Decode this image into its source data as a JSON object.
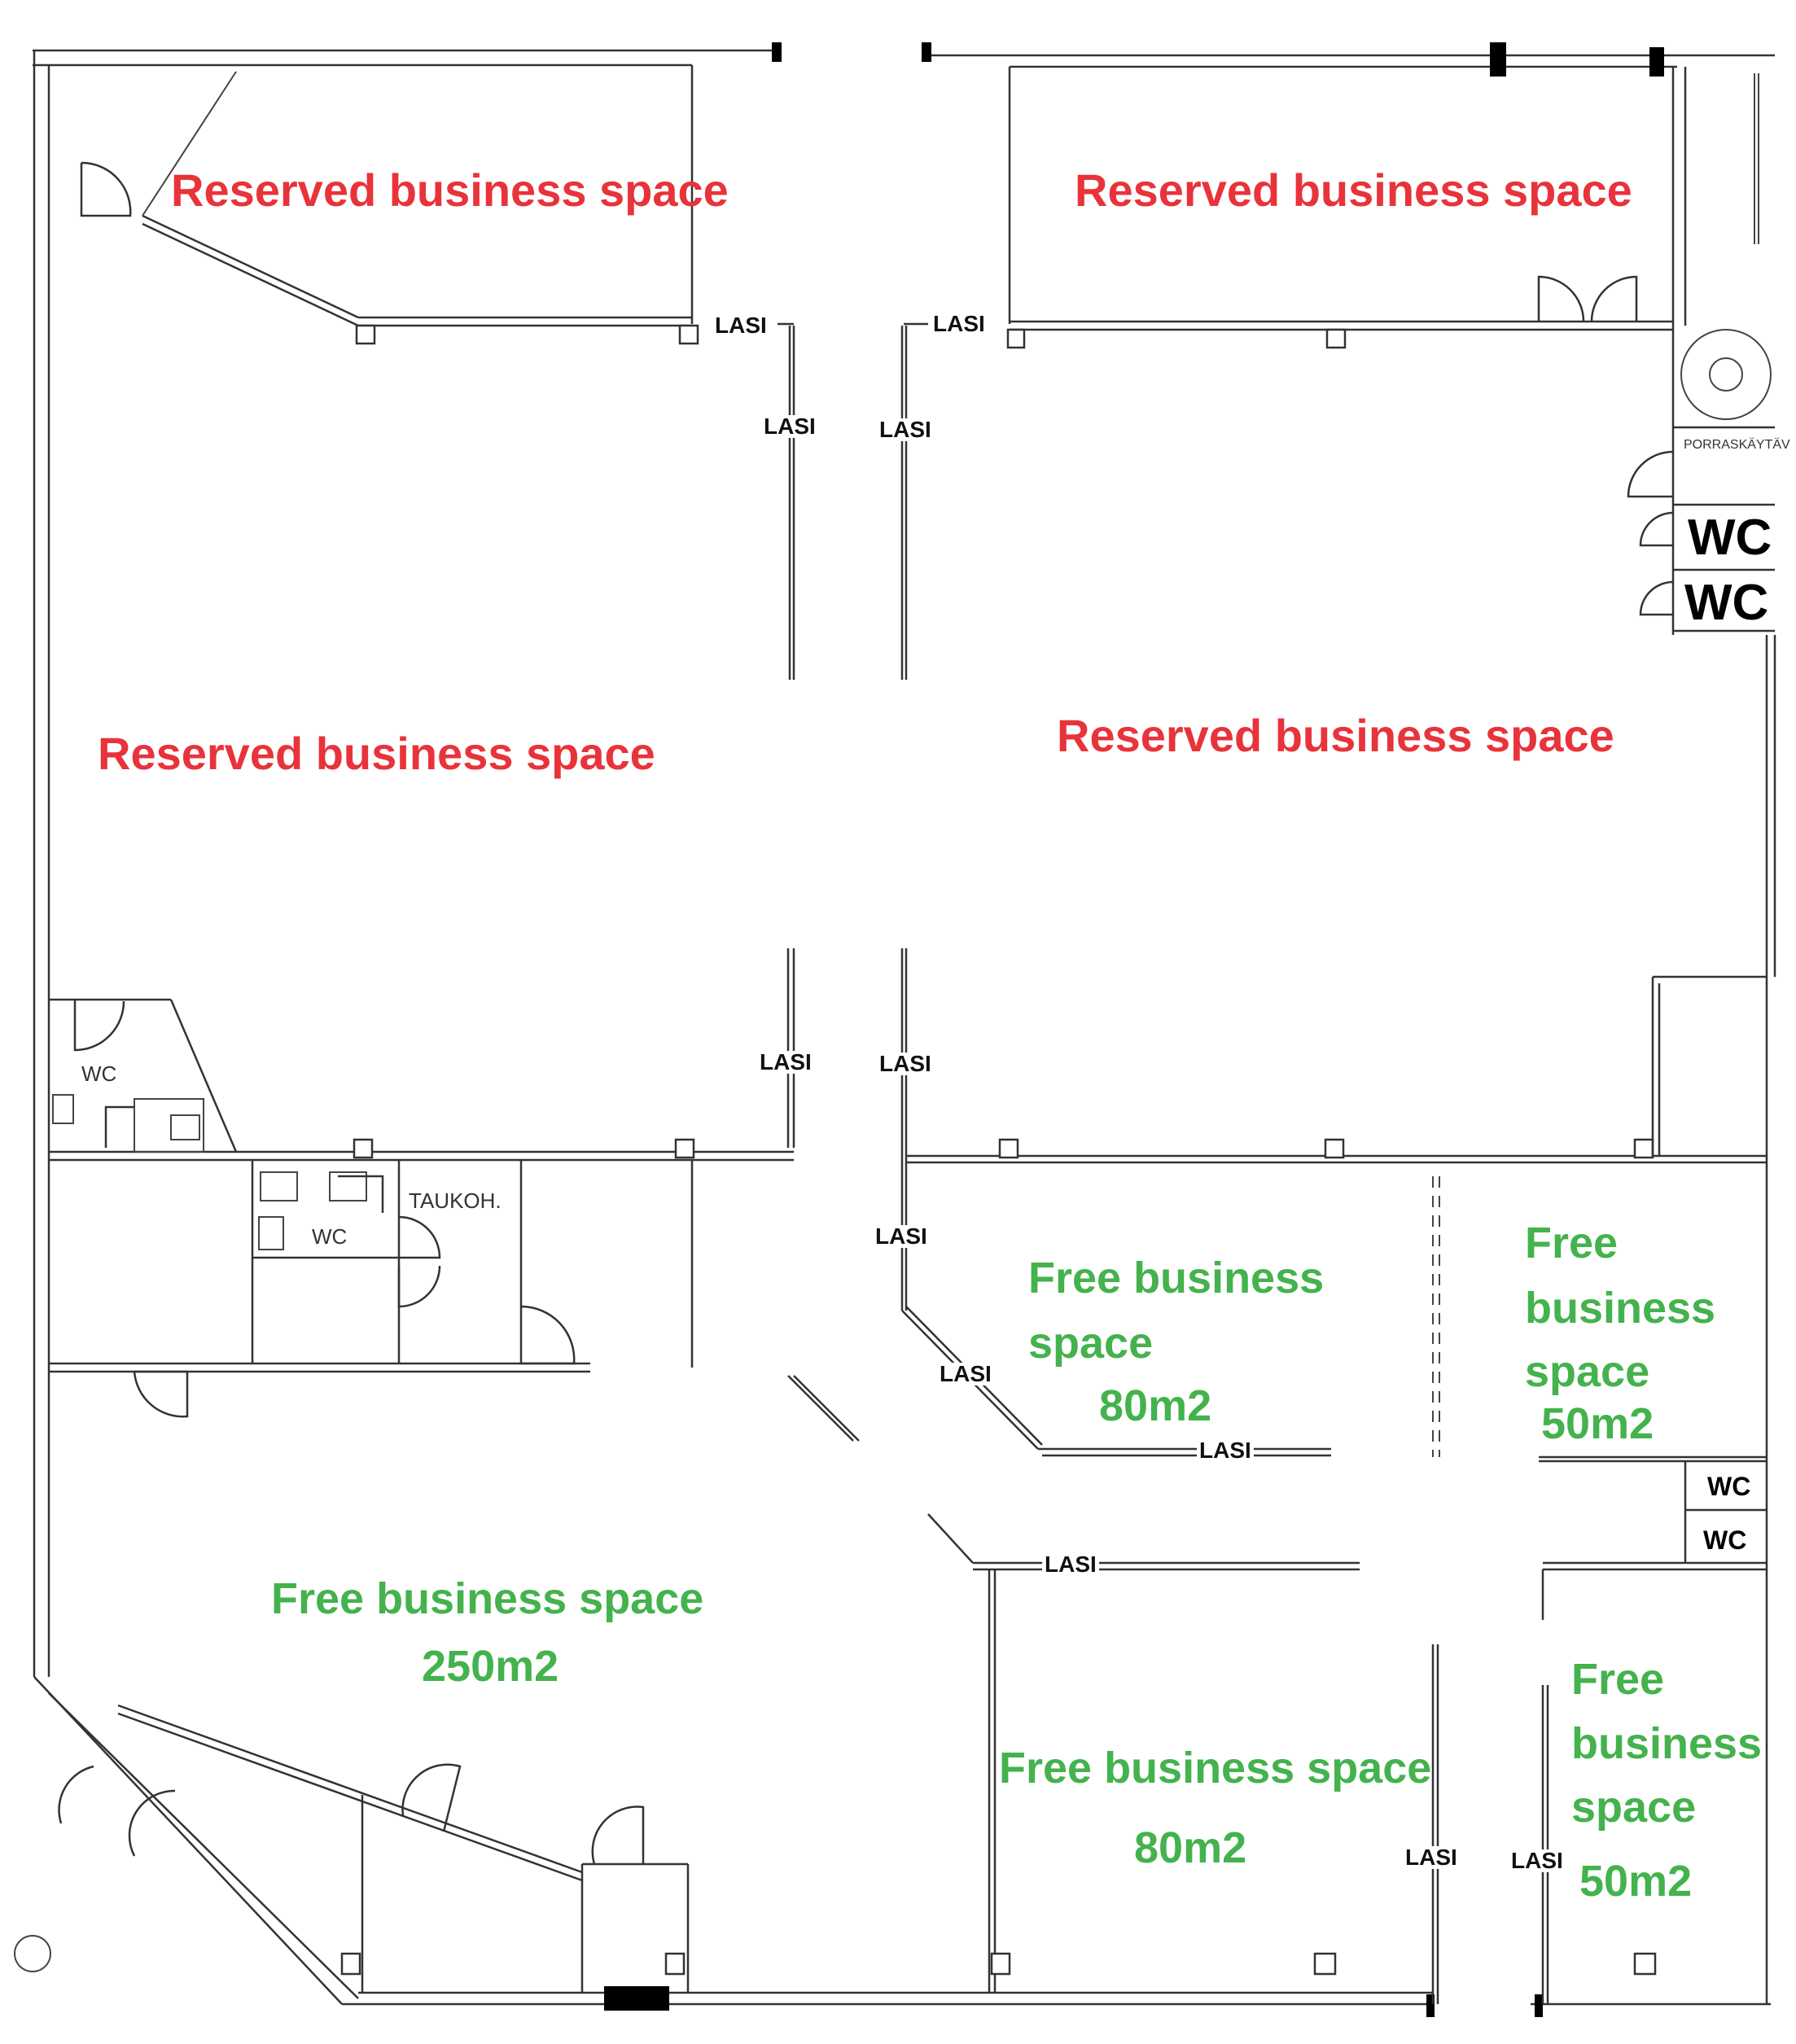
{
  "labels": {
    "reserved_top_left": "Reserved business space",
    "reserved_top_right": "Reserved business space",
    "reserved_mid_left": "Reserved business space",
    "reserved_mid_right": "Reserved business space",
    "free_center_l1": "Free business",
    "free_center_l2": "space",
    "free_center_area": "80m2",
    "free_right_l1": "Free",
    "free_right_l2": "business",
    "free_right_l3": "space",
    "free_right_area": "50m2",
    "free_big_l1": "Free business space",
    "free_big_area": "250m2",
    "free_bottom_l1": "Free business space",
    "free_bottom_area": "80m2",
    "free_br_l1": "Free",
    "free_br_l2": "business",
    "free_br_l3": "space",
    "free_br_area": "50m2"
  },
  "glass_label": "LASI",
  "wc_label": "WC",
  "small_labels": {
    "wc_left": "WC",
    "wc_toilets": "WC",
    "break_room": "TAUKOH.",
    "stairwell": "PORRASKÄYTÄV"
  },
  "colors": {
    "reserved": "#e8333a",
    "free": "#44b24d"
  }
}
